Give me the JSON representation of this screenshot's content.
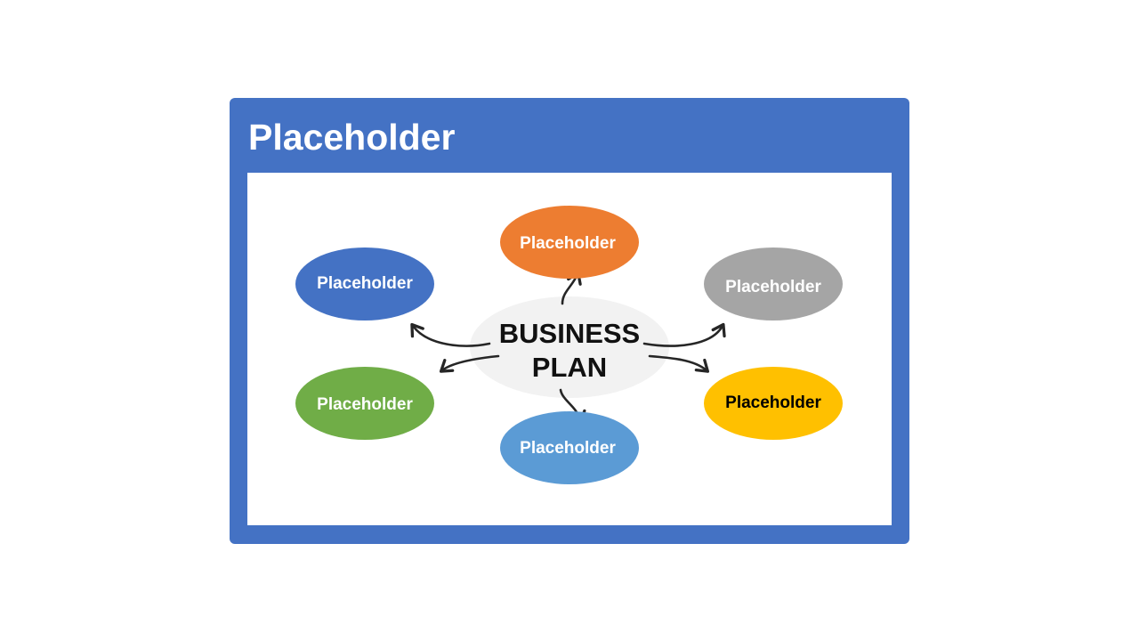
{
  "slide": {
    "title": "Placeholder",
    "frame_color": "#4472C4",
    "canvas_color": "#FFFFFF"
  },
  "diagram": {
    "center": {
      "line1": "BUSINESS",
      "line2": "PLAN",
      "fill": "#F2F2F2"
    },
    "nodes": {
      "top": {
        "label": "Placeholder",
        "fill": "#ED7D31",
        "text_color": "#FFFFFF"
      },
      "upper_left": {
        "label": "Placeholder",
        "fill": "#4472C4",
        "text_color": "#FFFFFF"
      },
      "upper_right": {
        "label": "Placeholder",
        "fill": "#A5A5A5",
        "text_color": "#FFFFFF"
      },
      "lower_left": {
        "label": "Placeholder",
        "fill": "#70AD47",
        "text_color": "#FFFFFF"
      },
      "lower_right": {
        "label": "Placeholder",
        "fill": "#FFC000",
        "text_color": "#000000"
      },
      "bottom": {
        "label": "Placeholder",
        "fill": "#5B9BD5",
        "text_color": "#FFFFFF"
      }
    },
    "arrow_color": "#262626"
  }
}
